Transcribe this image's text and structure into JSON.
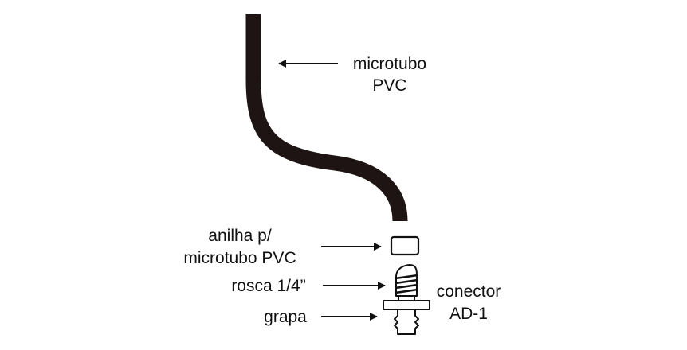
{
  "labels": {
    "microtubo_line1": "microtubo",
    "microtubo_line2": "PVC",
    "anilha_line1": "anilha p/",
    "anilha_line2": "microtubo PVC",
    "rosca": "rosca 1/4”",
    "grapa": "grapa",
    "conector_line1": "conector",
    "conector_line2": "AD-1"
  },
  "colors": {
    "ink": "#111111",
    "tube": "#1e1414",
    "background": "#ffffff"
  }
}
